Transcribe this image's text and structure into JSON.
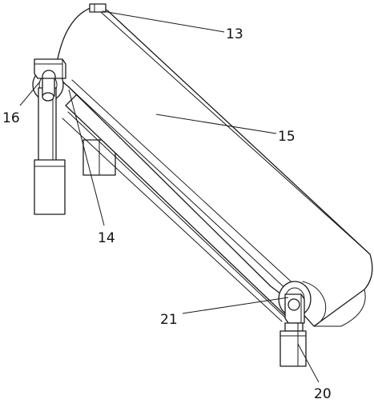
{
  "diagram": {
    "labels": {
      "l13": "13",
      "l15": "15",
      "l16": "16",
      "l14": "14",
      "l21": "21",
      "l20": "20"
    }
  },
  "colors": {
    "line": "#1a1a1a",
    "background": "#ffffff"
  }
}
